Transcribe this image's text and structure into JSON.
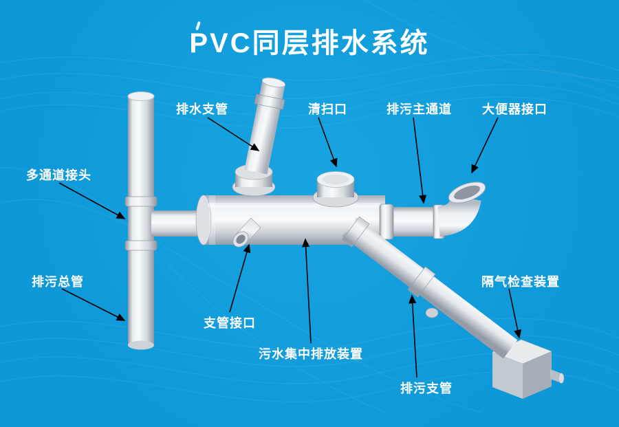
{
  "title": "PVC同层排水系统",
  "colors": {
    "background": "#0e98d8",
    "background-light": "#18a4e1",
    "title-color": "#ffffff",
    "label-color": "#ffffff",
    "arrow-color": "#000000",
    "pipe-light": "#f8fafb",
    "pipe-shadow": "#939ca7"
  },
  "labels": [
    {
      "id": "drain-branch-pipe",
      "text": "排水支管"
    },
    {
      "id": "cleanout-port",
      "text": "清扫口"
    },
    {
      "id": "main-sewage-channel",
      "text": "排污主通道"
    },
    {
      "id": "toilet-connector",
      "text": "大便器接口"
    },
    {
      "id": "multi-channel-joint",
      "text": "多通道接头"
    },
    {
      "id": "main-sewage-pipe",
      "text": "排污总管"
    },
    {
      "id": "branch-pipe-connector",
      "text": "支管接口"
    },
    {
      "id": "central-discharge-device",
      "text": "污水集中排放装置"
    },
    {
      "id": "sewage-branch-pipe",
      "text": "排污支管"
    },
    {
      "id": "air-check-device",
      "text": "隔气检查装置"
    }
  ]
}
